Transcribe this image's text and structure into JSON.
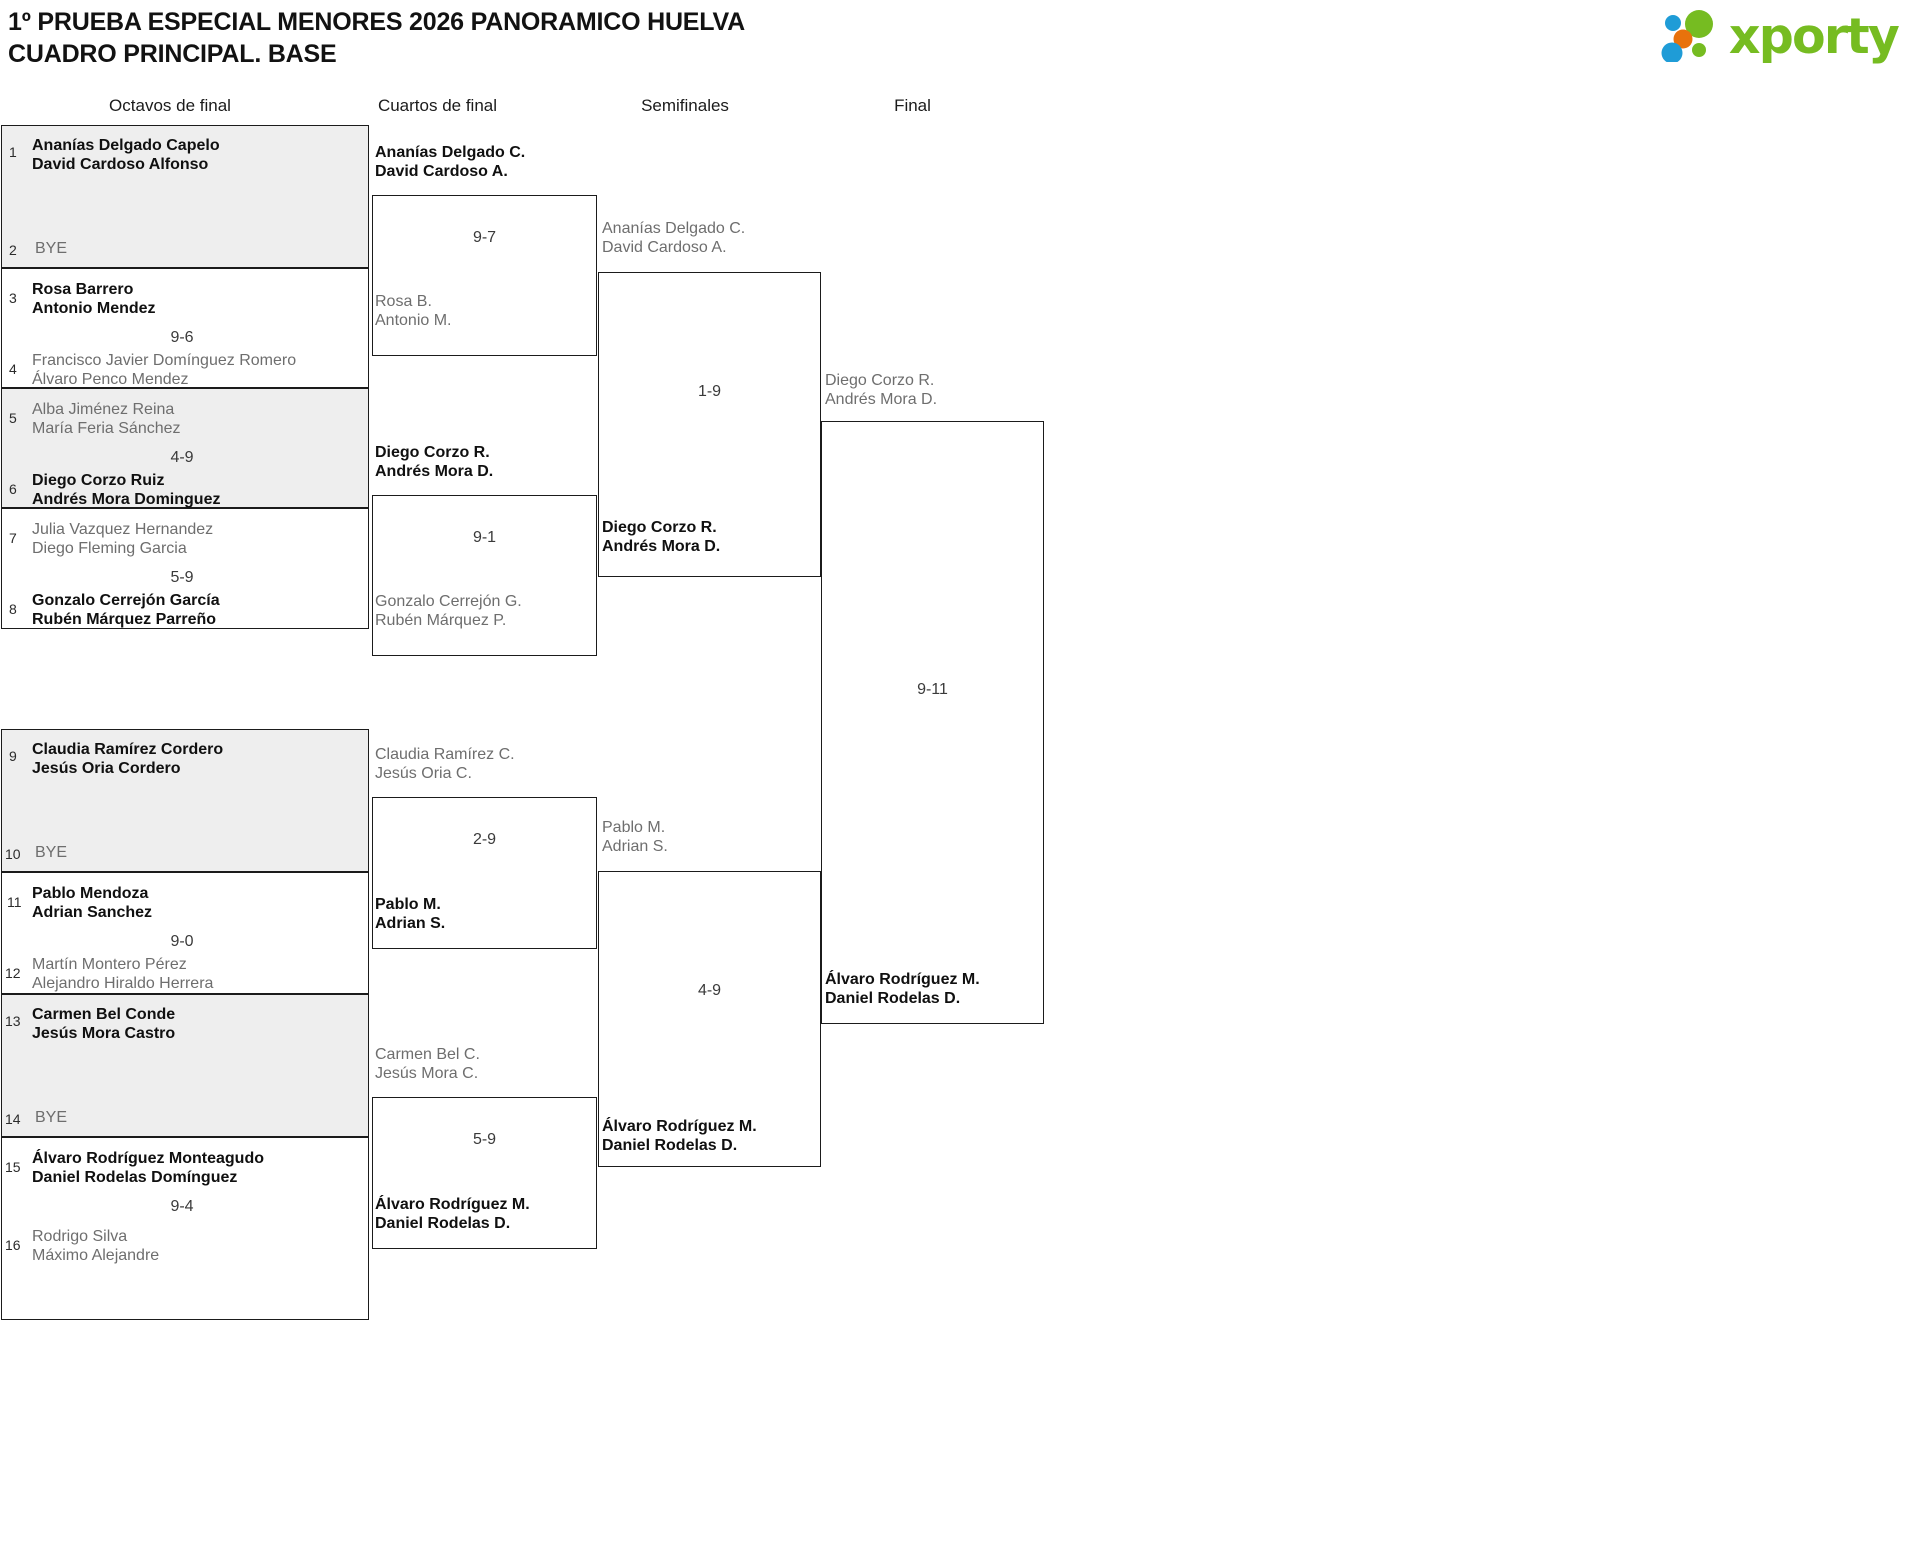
{
  "header": {
    "title_line_1": "1º PRUEBA ESPECIAL MENORES 2026 PANORAMICO HUELVA",
    "title_line_2": "CUADRO PRINCIPAL. BASE"
  },
  "brand": {
    "name": "xporty",
    "colors": {
      "green": "#76bc21",
      "blue": "#1f9cd7",
      "orange": "#e8720c"
    }
  },
  "rounds": [
    {
      "id": "octavos",
      "label": "Octavos de final"
    },
    {
      "id": "cuartos",
      "label": "Cuartos de final"
    },
    {
      "id": "semis",
      "label": "Semifinales"
    },
    {
      "id": "final",
      "label": "Final"
    }
  ],
  "round1": {
    "matches": [
      {
        "top": {
          "seed": "1",
          "line1": "Ananías Delgado Capelo",
          "line2": "David Cardoso Alfonso",
          "result": "winner"
        },
        "bottom": {
          "seed": "2",
          "bye": "BYE",
          "result": "bye"
        },
        "score": ""
      },
      {
        "top": {
          "seed": "3",
          "line1": "Rosa Barrero",
          "line2": "Antonio Mendez",
          "result": "winner"
        },
        "bottom": {
          "seed": "4",
          "line1": "Francisco Javier Domínguez Romero",
          "line2": "Álvaro Penco Mendez",
          "result": "loser"
        },
        "score": "9-6"
      },
      {
        "top": {
          "seed": "5",
          "line1": "Alba Jiménez Reina",
          "line2": "María Feria Sánchez",
          "result": "loser"
        },
        "bottom": {
          "seed": "6",
          "line1": "Diego Corzo Ruiz",
          "line2": "Andrés Mora Dominguez",
          "result": "winner"
        },
        "score": "4-9"
      },
      {
        "top": {
          "seed": "7",
          "line1": "Julia Vazquez Hernandez",
          "line2": "Diego Fleming Garcia",
          "result": "loser"
        },
        "bottom": {
          "seed": "8",
          "line1": "Gonzalo Cerrejón García",
          "line2": "Rubén Márquez Parreño",
          "result": "winner"
        },
        "score": "5-9"
      },
      {
        "top": {
          "seed": "9",
          "line1": "Claudia Ramírez Cordero",
          "line2": "Jesús Oria Cordero",
          "result": "winner"
        },
        "bottom": {
          "seed": "10",
          "bye": "BYE",
          "result": "bye"
        },
        "score": ""
      },
      {
        "top": {
          "seed": "11",
          "line1": "Pablo Mendoza",
          "line2": "Adrian Sanchez",
          "result": "winner"
        },
        "bottom": {
          "seed": "12",
          "line1": "Martín Montero Pérez",
          "line2": "Alejandro Hiraldo Herrera",
          "result": "loser"
        },
        "score": "9-0"
      },
      {
        "top": {
          "seed": "13",
          "line1": "Carmen Bel Conde",
          "line2": "Jesús Mora Castro",
          "result": "winner"
        },
        "bottom": {
          "seed": "14",
          "bye": "BYE",
          "result": "bye"
        },
        "score": ""
      },
      {
        "top": {
          "seed": "15",
          "line1": "Álvaro Rodríguez Monteagudo",
          "line2": "Daniel Rodelas Domínguez",
          "result": "winner"
        },
        "bottom": {
          "seed": "16",
          "line1": "Rodrigo Silva",
          "line2": "Máximo Alejandre",
          "result": "loser"
        },
        "score": "9-4"
      }
    ]
  },
  "round2": {
    "matches": [
      {
        "top": {
          "line1": "Ananías Delgado C.",
          "line2": "David Cardoso A.",
          "result": "winner"
        },
        "bottom": {
          "line1": "Rosa B.",
          "line2": "Antonio M.",
          "result": "loser"
        },
        "score": "9-7"
      },
      {
        "top": {
          "line1": "Diego Corzo R.",
          "line2": "Andrés Mora D.",
          "result": "winner"
        },
        "bottom": {
          "line1": "Gonzalo Cerrejón G.",
          "line2": "Rubén Márquez P.",
          "result": "loser"
        },
        "score": "9-1"
      },
      {
        "top": {
          "line1": "Claudia Ramírez C.",
          "line2": "Jesús Oria C.",
          "result": "loser"
        },
        "bottom": {
          "line1": "Pablo M.",
          "line2": "Adrian S.",
          "result": "winner"
        },
        "score": "2-9"
      },
      {
        "top": {
          "line1": "Carmen Bel C.",
          "line2": "Jesús Mora C.",
          "result": "loser"
        },
        "bottom": {
          "line1": "Álvaro Rodríguez M.",
          "line2": "Daniel Rodelas D.",
          "result": "winner"
        },
        "score": "5-9"
      }
    ]
  },
  "round3": {
    "matches": [
      {
        "top": {
          "line1": "Ananías Delgado C.",
          "line2": "David Cardoso A.",
          "result": "loser"
        },
        "bottom": {
          "line1": "Diego Corzo R.",
          "line2": "Andrés Mora D.",
          "result": "winner"
        },
        "score": "1-9"
      },
      {
        "top": {
          "line1": "Pablo M.",
          "line2": "Adrian S.",
          "result": "loser"
        },
        "bottom": {
          "line1": "Álvaro Rodríguez M.",
          "line2": "Daniel Rodelas D.",
          "result": "winner"
        },
        "score": "4-9"
      }
    ]
  },
  "round4": {
    "matches": [
      {
        "top": {
          "line1": "Diego Corzo R.",
          "line2": "Andrés Mora D.",
          "result": "loser"
        },
        "bottom": {
          "line1": "Álvaro Rodríguez M.",
          "line2": "Daniel Rodelas D.",
          "result": "winner"
        },
        "score": "9-11"
      }
    ]
  }
}
